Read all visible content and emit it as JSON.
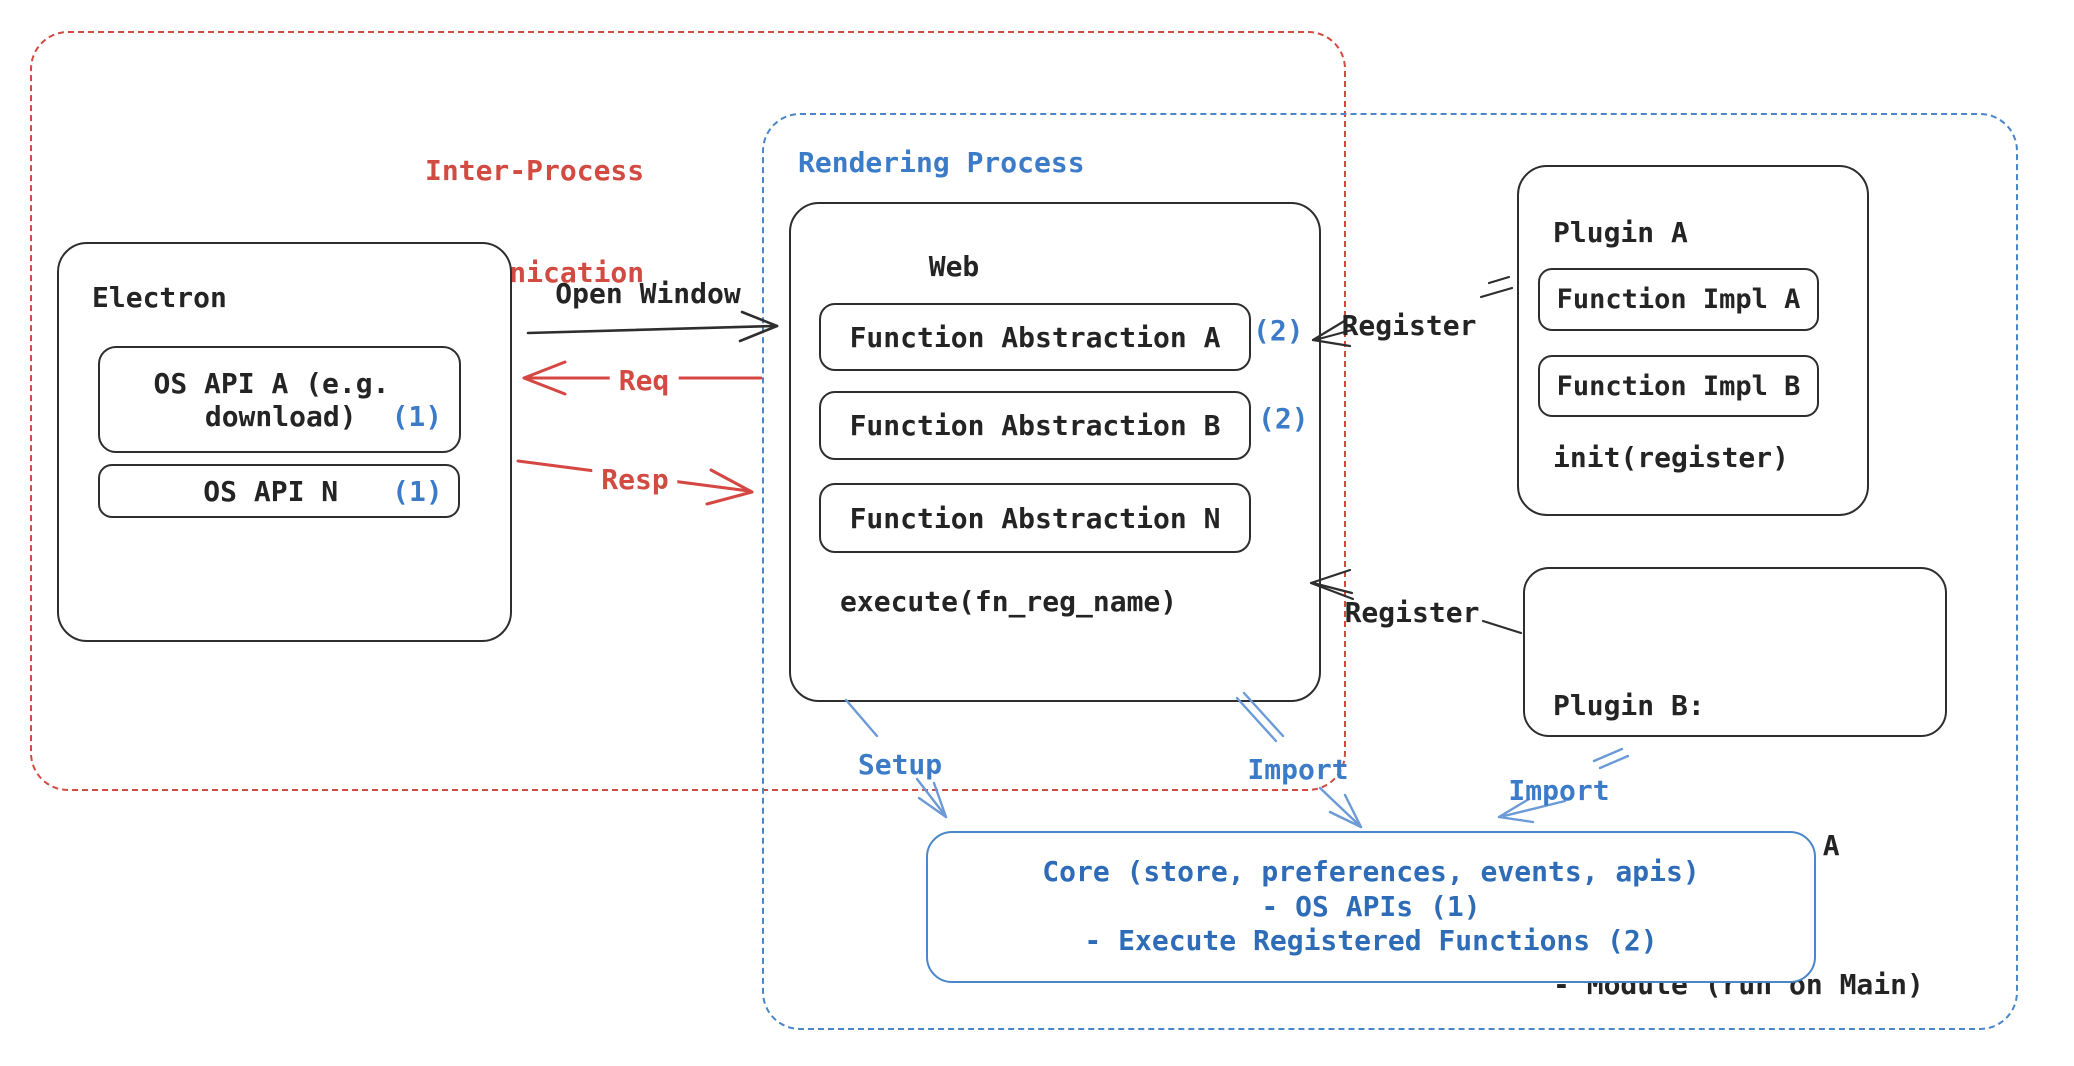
{
  "colors": {
    "red": "#d24b42",
    "blue_label": "#3b7bc8",
    "blue_core_text": "#2e6cb8",
    "blue_dashed_border": "#4a86c8",
    "blue_arrow": "#6b9ad6",
    "ink": "#242424"
  },
  "groups": {
    "ipc": {
      "title_line1": "Inter-Process",
      "title_line2": "Communication"
    },
    "rendering": {
      "title": "Rendering Process"
    }
  },
  "electron": {
    "title": "Electron",
    "api_a_line1": "OS API A (e.g.",
    "api_a_line2": "download)",
    "api_a_badge": "(1)",
    "api_n_label": "OS API N",
    "api_n_badge": "(1)"
  },
  "web": {
    "title": "Web",
    "abstraction_a": "Function Abstraction A",
    "abstraction_a_badge": "(2)",
    "abstraction_b": "Function Abstraction B",
    "abstraction_b_badge": "(2)",
    "abstraction_n": "Function Abstraction N",
    "execute_fn": "execute(fn_reg_name)"
  },
  "plugin_a": {
    "title": "Plugin A",
    "impl_a": "Function Impl A",
    "impl_b": "Function Impl B",
    "init_fn": "init(register)"
  },
  "plugin_b": {
    "line1": "Plugin B:",
    "line2": "- Function Impl A",
    "line3": "- Module (run on Main)"
  },
  "core": {
    "line1": "Core (store, preferences, events, apis)",
    "line2": "- OS APIs (1)",
    "line3": "- Execute Registered Functions (2)"
  },
  "labels": {
    "open_window": "Open Window",
    "req": "Req",
    "resp": "Resp",
    "register_top": "Register",
    "register_bottom": "Register",
    "setup": "Setup",
    "import_web": "Import",
    "import_plugin_b": "Import"
  }
}
